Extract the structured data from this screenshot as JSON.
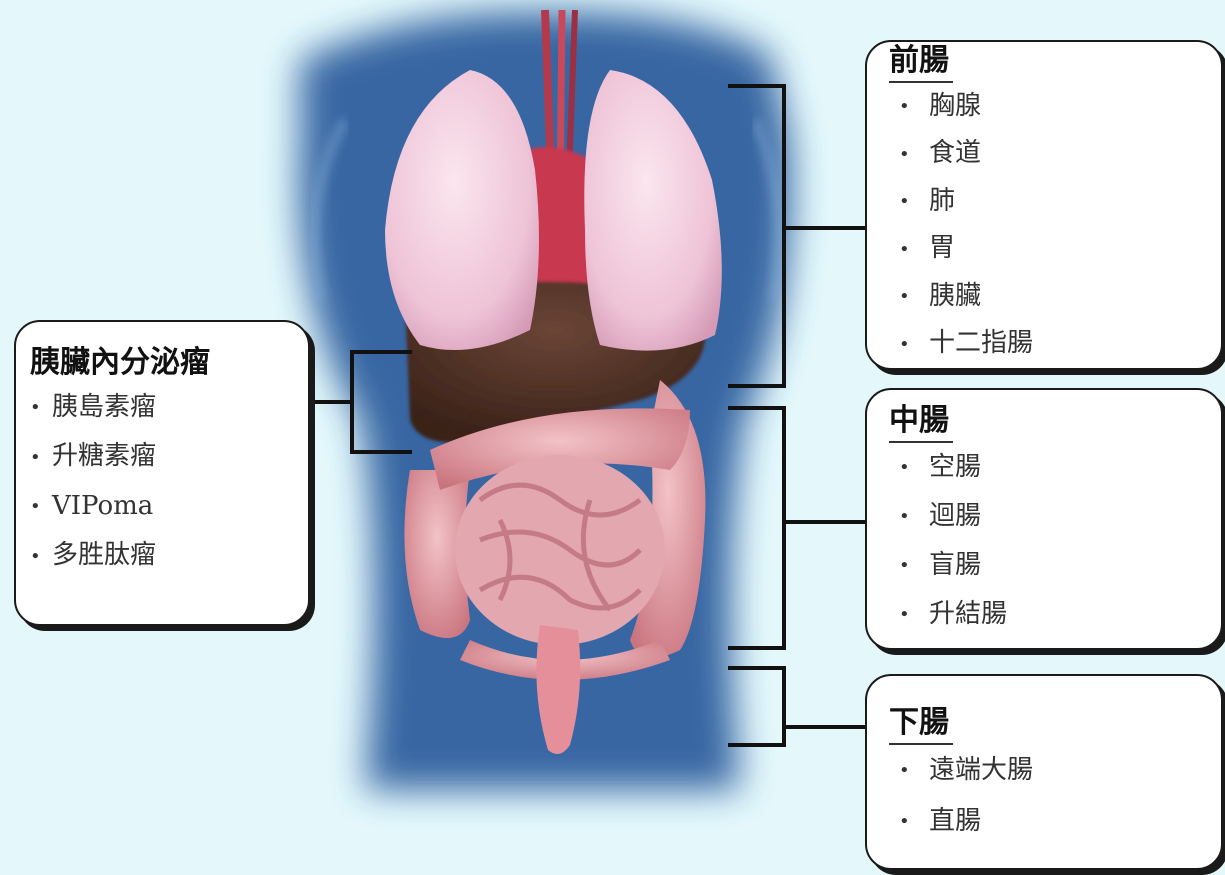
{
  "colors": {
    "background": "#e4f8fc",
    "torso": "#2f5f9e",
    "lung": "#f3cfe0",
    "heart": "#c8384f",
    "liver": "#4a2e22",
    "intestine": "#e29aa3",
    "bracket": "#111111"
  },
  "foregut": {
    "title": "前腸",
    "items": [
      "胸腺",
      "食道",
      "肺",
      "胃",
      "胰臟",
      "十二指腸"
    ]
  },
  "midgut": {
    "title": "中腸",
    "items": [
      "空腸",
      "迴腸",
      "盲腸",
      "升結腸"
    ]
  },
  "hindgut": {
    "title": "下腸",
    "items": [
      "遠端大腸",
      "直腸"
    ]
  },
  "pnet": {
    "title": "胰臟內分泌瘤",
    "items": [
      "胰島素瘤",
      "升糖素瘤",
      "VIPoma",
      "多胜肽瘤"
    ]
  }
}
